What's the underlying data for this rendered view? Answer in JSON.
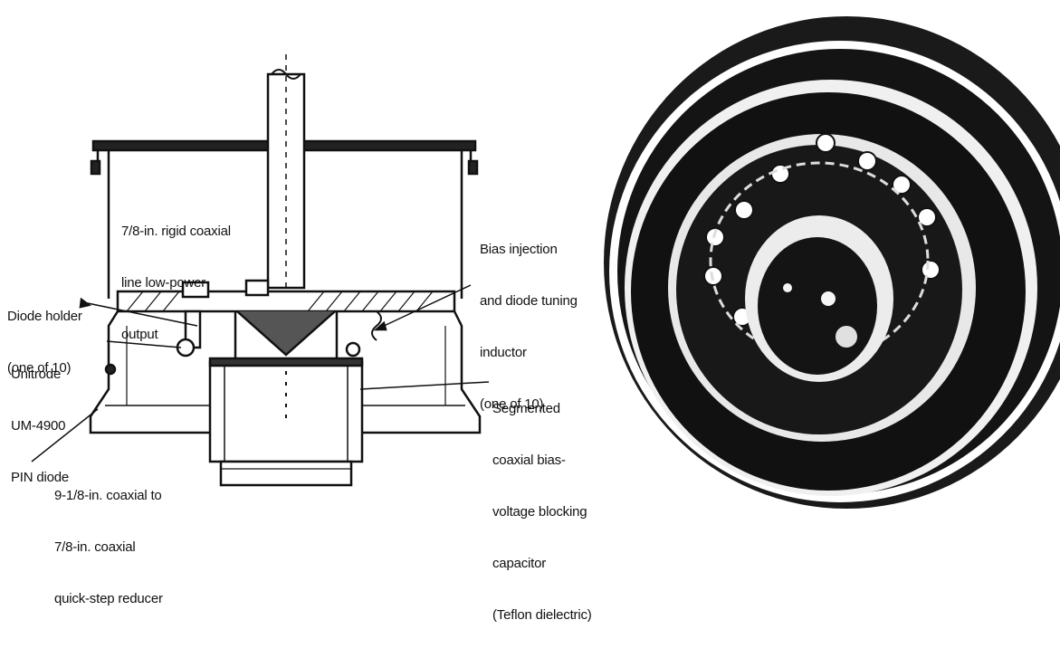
{
  "figure": {
    "labels": {
      "rigid_line": [
        "7/8-in. rigid coaxial",
        "line low-power",
        "output"
      ],
      "bias_injection": [
        "Bias injection",
        "and diode tuning",
        "inductor",
        "(one of 10)"
      ],
      "diode_holder": [
        "Diode holder",
        "(one of 10)"
      ],
      "pin_diode": [
        "Unitrode",
        "UM-4900",
        "PIN diode"
      ],
      "capacitor": [
        "Segmented",
        "coaxial bias-",
        "voltage blocking",
        "capacitor",
        "(Teflon dielectric)"
      ],
      "reducer": [
        "9-1/8-in. coaxial to",
        "7/8-in. coaxial",
        "quick-step reducer"
      ]
    }
  }
}
